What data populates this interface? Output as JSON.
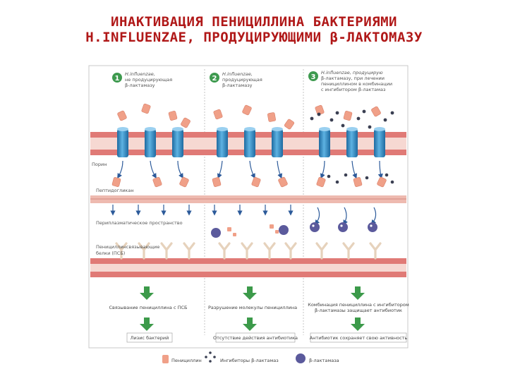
{
  "title": {
    "line1": "ИНАКТИВАЦИЯ ПЕНИЦИЛЛИНА БАКТЕРИЯМИ",
    "line2": "H.INFLUENZAE, ПРОДУЦИРУЮЩИМИ β-ЛАКТОМАЗУ"
  },
  "panels": [
    {
      "number": "1",
      "heading": [
        "H.influenzae,",
        "не продуцирующая",
        "β-лактамазу"
      ],
      "result1": "Связывание пенициллина с ПСБ",
      "result2": "Лизис бактерий"
    },
    {
      "number": "2",
      "heading": [
        "H.influenzae,",
        "продуцирующая",
        "β-лактамазу"
      ],
      "result1": "Разрушение молекулы пенициллина",
      "result2": "Отсутствие действия антибиотика"
    },
    {
      "number": "3",
      "heading": [
        "H.influenzae, продуцирую",
        "β-лактамазу, при лечении",
        "пенициллином в комбинации",
        "с ингибитором β-лактамаз"
      ],
      "result1": [
        "Комбинация пенициллина с ингибитором",
        "β-лактамазы защищает антибиотик"
      ],
      "result2": "Антибиотик сохраняет свою активность"
    }
  ],
  "labels": {
    "porin": "Порин",
    "peptidoglycan": "Пептидогликан",
    "periplasm": "Периплазматическое пространство",
    "pbp": [
      "Пенициллинсвязывающие",
      "белки (ПСБ)"
    ]
  },
  "legend": {
    "penicillin": "Пенициллин",
    "inhibitor": "Ингибиторы β-лактамаз",
    "lactamase": "β-лактамаза"
  },
  "colors": {
    "title": "#b01818",
    "membrane": "#e07a76",
    "porin": "#3a8fc6",
    "penicillin": "#f0a088",
    "enzyme": "#5b5a9c",
    "inhibitor": "#3a3f52",
    "arrow_green": "#3c9a4a",
    "arrow_blue": "#2c5a9a",
    "pbp": "#f2e6d6",
    "panel_number": "#3e9a4f"
  }
}
